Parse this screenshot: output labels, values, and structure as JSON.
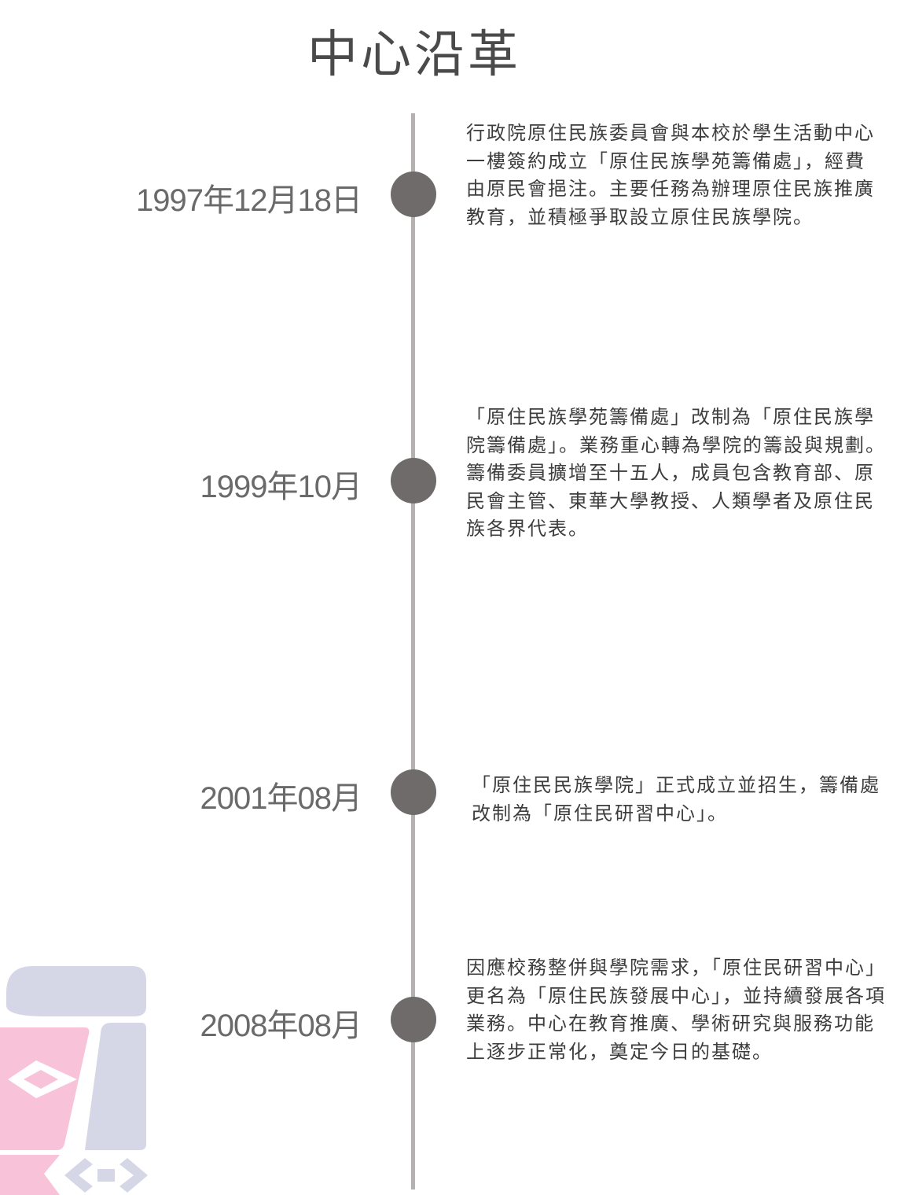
{
  "page": {
    "title": "中心沿革"
  },
  "timeline": {
    "events": [
      {
        "date": "1997年12月18日",
        "description": "行政院原住民族委員會與本校於學生活動中心一樓簽約成立「原住民族學苑籌備處」，經費由原民會挹注。主要任務為辦理原住民族推廣教育，並積極爭取設立原住民族學院。"
      },
      {
        "date": "1999年10月",
        "description": "「原住民族學苑籌備處」改制為「原住民族學院籌備處」。業務重心轉為學院的籌設與規劃。籌備委員擴增至十五人，成員包含教育部、原民會主管、東華大學教授、人類學者及原住民族各界代表。"
      },
      {
        "date": "2001年08月",
        "description": "「原住民民族學院」正式成立並招生，籌備處改制為「原住民研習中心」。"
      },
      {
        "date": "2008年08月",
        "description": "因應校務整併與學院需求，「原住民研習中心」更名為「原住民族發展中心」，並持續發展各項業務。中心在教育推廣、學術研究與服務功能上逐步正常化，奠定今日的基礎。"
      }
    ]
  },
  "colors": {
    "line": "#b6b1b1",
    "dot": "#6f6b6b",
    "logo_blue": "#d5d7e6",
    "logo_pink": "#f8c3d8"
  }
}
